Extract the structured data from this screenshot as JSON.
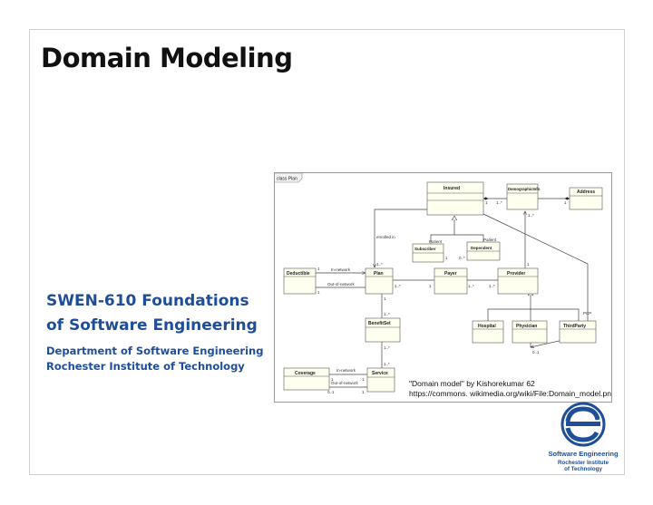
{
  "slide": {
    "title": "Domain Modeling",
    "course_line1": "SWEN-610 Foundations",
    "course_line2": "of Software Engineering",
    "dept_line1": "Department of Software Engineering",
    "dept_line2": "Rochester Institute of Technology"
  },
  "diagram": {
    "frame_label": "class Plan",
    "classes": {
      "insured": "Insured",
      "demographic": "DemographicInfo",
      "address": "Address",
      "subscriber": "Subscriber",
      "dependent": "Dependent",
      "deductible": "Deductible",
      "plan": "Plan",
      "payer": "Payer",
      "provider": "Provider",
      "benefitset": "BenefitSet",
      "hospital": "Hospital",
      "physician": "Physician",
      "thirdparty": "ThirdParty",
      "coverage": "Coverage",
      "service": "Service"
    },
    "labels": {
      "enrolled_in": "enrolled in",
      "patient1": "Patient",
      "patient2": "Patient",
      "in_network": "In-network",
      "out_of_network": "Out-of-network",
      "in_network2": "In-network",
      "out_of_network2": "Out-of-network",
      "pcp": "PCP",
      "mult_one": "1",
      "mult_one_many": "1..*",
      "mult_zero_many": "0..*",
      "mult_zero_one": "0..1"
    },
    "credit_line1": "\"Domain  model\" by Kishorekumar 62",
    "credit_line2": "https://commons. wikimedia.org/wiki/File:Domain_model.png"
  },
  "logo": {
    "line1": "Software Engineering",
    "line2": "Rochester Institute",
    "line3": "of Technology",
    "color": "#1f4e99"
  }
}
